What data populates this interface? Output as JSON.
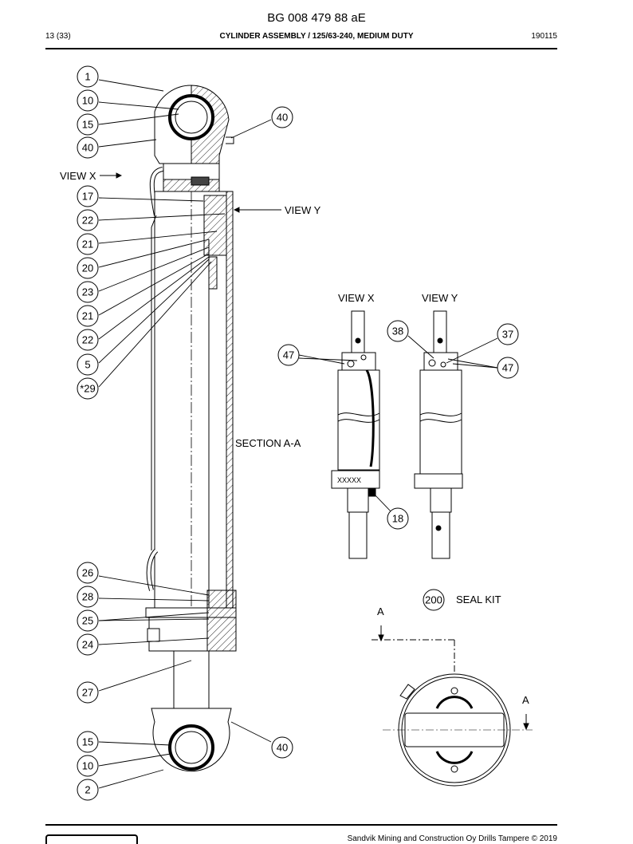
{
  "header": {
    "document_number": "BG 008 479 88 aE",
    "page": "13 (33)",
    "title": "CYLINDER ASSEMBLY / 125/63-240, MEDIUM DUTY",
    "date_code": "190115"
  },
  "drawing": {
    "labels": {
      "view_x_left": "VIEW X",
      "view_y_arrow": "VIEW Y",
      "section": "SECTION A-A",
      "detail_view_x": "VIEW X",
      "detail_view_y": "VIEW Y",
      "seal_kit": "SEAL KIT",
      "section_mark_top": "A",
      "section_mark_right": "A",
      "marking_xxxxx": "XXXXX"
    },
    "callouts_left": [
      "1",
      "10",
      "15",
      "40",
      "17",
      "22",
      "21",
      "20",
      "23",
      "21",
      "22",
      "5",
      "*29",
      "26",
      "28",
      "25",
      "24",
      "27",
      "15",
      "10",
      "2"
    ],
    "callouts_right": [
      "40",
      "40",
      "47",
      "38",
      "37",
      "47",
      "18",
      "200"
    ]
  },
  "footer": {
    "copyright": "Sandvik Mining and Construction Oy Drills Tampere © 2019"
  }
}
